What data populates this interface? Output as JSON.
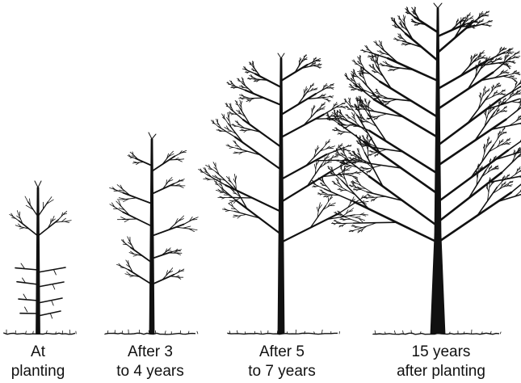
{
  "figure": {
    "ink_color": "#111111",
    "background_color": "#ffffff",
    "stages": [
      {
        "id": "stage-1",
        "caption_line1": "At",
        "caption_line2": "planting"
      },
      {
        "id": "stage-2",
        "caption_line1": "After 3",
        "caption_line2": "to 4 years"
      },
      {
        "id": "stage-3",
        "caption_line1": "After 5",
        "caption_line2": "to 7 years"
      },
      {
        "id": "stage-4",
        "caption_line1": "15 years",
        "caption_line2": "after planting"
      }
    ]
  }
}
